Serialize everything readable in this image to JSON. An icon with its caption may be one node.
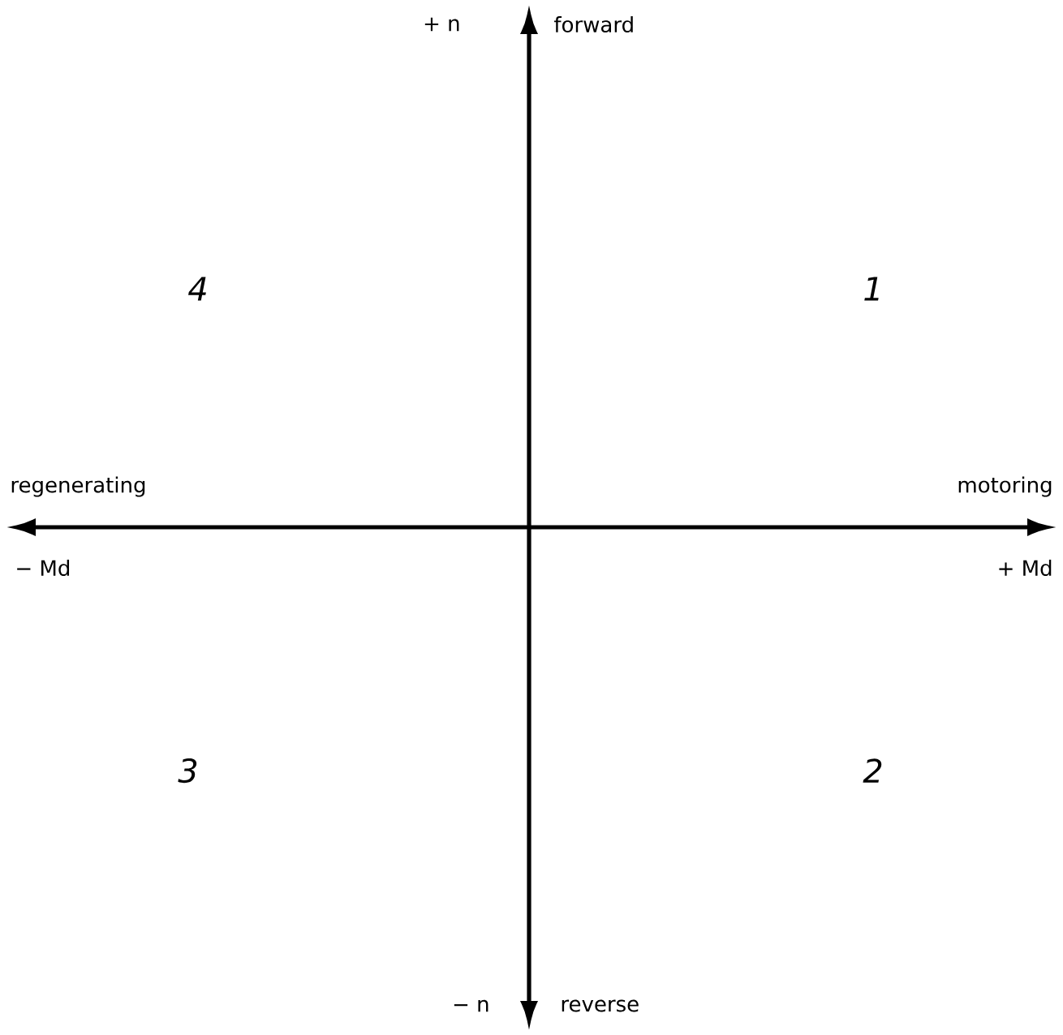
{
  "diagram": {
    "labels": [
      "+ n",
      "forward",
      "4",
      "1",
      "regenerating",
      "motoring",
      "− Md",
      "+ Md",
      "3",
      "2",
      "− n",
      "reverse"
    ]
  }
}
